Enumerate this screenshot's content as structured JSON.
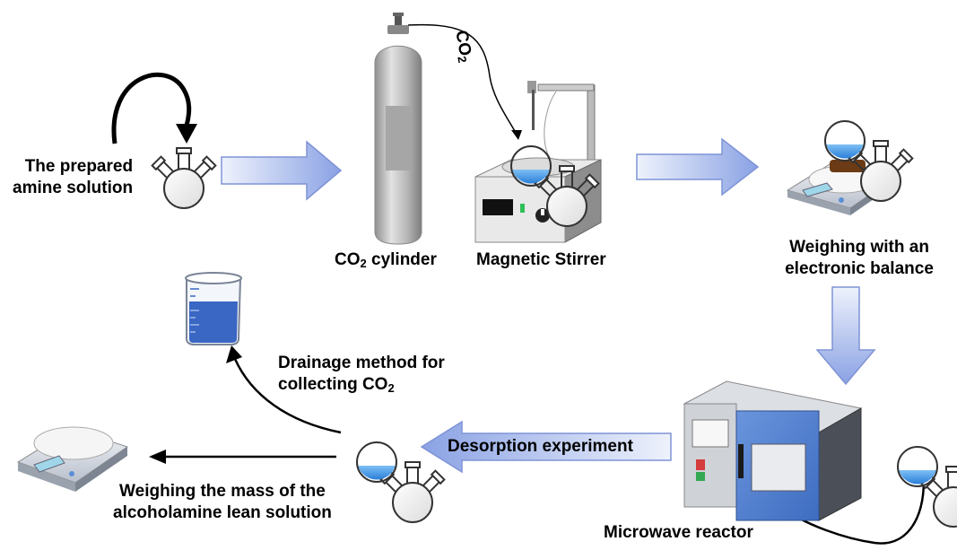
{
  "labels": {
    "prepared_line1": "The prepared",
    "prepared_line2": "amine solution",
    "co2_arrow": "CO",
    "co2_arrow_sub": "2",
    "cylinder_main": "CO",
    "cylinder_sub": "2",
    "cylinder_rest": " cylinder",
    "stirrer": "Magnetic Stirrer",
    "weighing_line1": "Weighing with an",
    "weighing_line2": "electronic balance",
    "drainage_line1": "Drainage method for",
    "drainage_line2_main": "collecting CO",
    "drainage_line2_sub": "2",
    "desorption": "Desorption experiment",
    "lean_line1": "Weighing the mass of the",
    "lean_line2": "alcoholamine lean solution",
    "microwave": "Microwave reactor"
  },
  "colors": {
    "flow_arrow_fill_light": "#e6ecfb",
    "flow_arrow_fill_dark": "#8fa6e6",
    "flow_arrow_stroke": "#7f93d6",
    "liquid_blue": "#3b8fe0",
    "oven_blue": "#4f7fd0",
    "cylinder_gray": "#b7b7b7"
  },
  "icons": {
    "flask": "three-neck-flask-icon",
    "cylinder": "gas-cylinder-icon",
    "stirrer": "magnetic-stirrer-icon",
    "balance": "electronic-balance-icon",
    "beaker": "beaker-icon",
    "oven": "microwave-reactor-icon"
  }
}
